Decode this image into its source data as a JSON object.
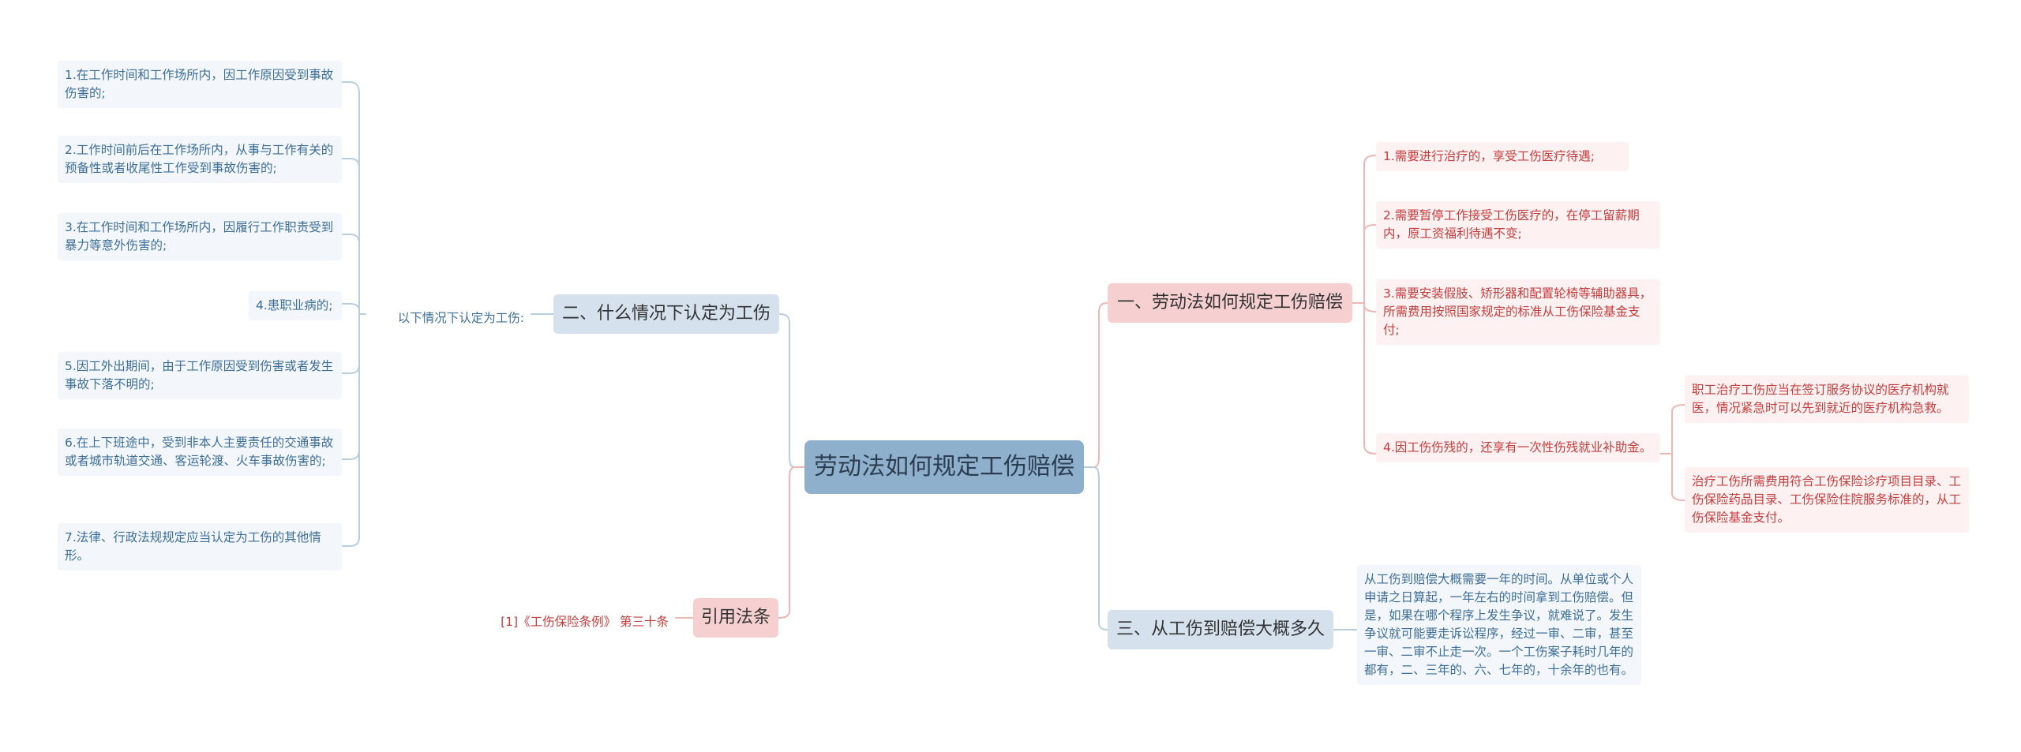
{
  "colors": {
    "root_fill": "#8fb0cc",
    "blue_branch": "#d5e2ee",
    "pink_branch": "#f6d0d0",
    "blue_text": "#3d6e98",
    "pink_text": "#c43d3d",
    "blue_line": "#b7cde0",
    "pink_line": "#efb6b6"
  },
  "root": {
    "label": "劳动法如何规定工伤赔偿"
  },
  "left": {
    "branch_work_injury": {
      "label": "二、什么情况下认定为工伤",
      "intro": "以下情况下认定为工伤:",
      "items": [
        "1.在工作时间和工作场所内，因工作原因受到事故伤害的;",
        "2.工作时间前后在工作场所内，从事与工作有关的预备性或者收尾性工作受到事故伤害的;",
        "3.在工作时间和工作场所内，因履行工作职责受到暴力等意外伤害的;",
        "4.患职业病的;",
        "5.因工外出期间，由于工作原因受到伤害或者发生事故下落不明的;",
        "6.在上下班途中，受到非本人主要责任的交通事故或者城市轨道交通、客运轮渡、火车事故伤害的;",
        "7.法律、行政法规规定应当认定为工伤的其他情形。"
      ]
    },
    "branch_citation": {
      "label": "引用法条",
      "item": "[1]《工伤保险条例》 第三十条"
    }
  },
  "right": {
    "branch_compensation": {
      "label": "一、劳动法如何规定工伤赔偿",
      "items": [
        "1.需要进行治疗的，享受工伤医疗待遇;",
        "2.需要暂停工作接受工伤医疗的，在停工留薪期内，原工资福利待遇不变;",
        "3.需要安装假肢、矫形器和配置轮椅等辅助器具，所需费用按照国家规定的标准从工伤保险基金支付;",
        "4.因工伤伤残的，还享有一次性伤残就业补助金。"
      ],
      "sub_items": [
        "职工治疗工伤应当在签订服务协议的医疗机构就医，情况紧急时可以先到就近的医疗机构急救。",
        "治疗工伤所需费用符合工伤保险诊疗项目目录、工伤保险药品目录、工伤保险住院服务标准的，从工伤保险基金支付。"
      ]
    },
    "branch_duration": {
      "label": "三、从工伤到赔偿大概多久",
      "item": "从工伤到赔偿大概需要一年的时间。从单位或个人申请之日算起，一年左右的时间拿到工伤赔偿。但是，如果在哪个程序上发生争议，就难说了。发生争议就可能要走诉讼程序，经过一审、二审，甚至一审、二审不止走一次。一个工伤案子耗时几年的都有，二、三年的、六、七年的，十余年的也有。"
    }
  }
}
